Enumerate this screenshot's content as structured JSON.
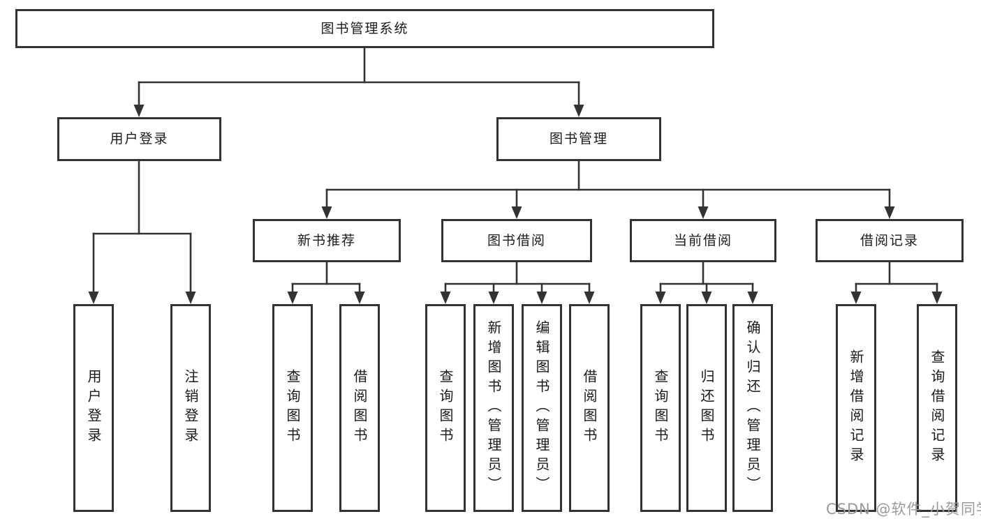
{
  "diagram": {
    "root": "图书管理系统",
    "branches": [
      {
        "label": "用户登录",
        "children": [
          "用户登录",
          "注销登录"
        ]
      },
      {
        "label": "图书管理",
        "sections": [
          {
            "label": "新书推荐",
            "children": [
              "查询图书",
              "借阅图书"
            ]
          },
          {
            "label": "图书借阅",
            "children": [
              "查询图书",
              "新增图书（管理员）",
              "编辑图书（管理员）",
              "借阅图书"
            ]
          },
          {
            "label": "当前借阅",
            "children": [
              "查询图书",
              "归还图书",
              "确认归还（管理员）"
            ]
          },
          {
            "label": "借阅记录",
            "children": [
              "新增借阅记录",
              "查询借阅记录"
            ]
          }
        ]
      }
    ],
    "watermark": "CSDN @软件_小贺同学"
  },
  "colors": {
    "box_border": "#333333",
    "connector_line": "#333333",
    "box_text": "#1a1a1a",
    "watermark_text": "#9a9a9a"
  }
}
